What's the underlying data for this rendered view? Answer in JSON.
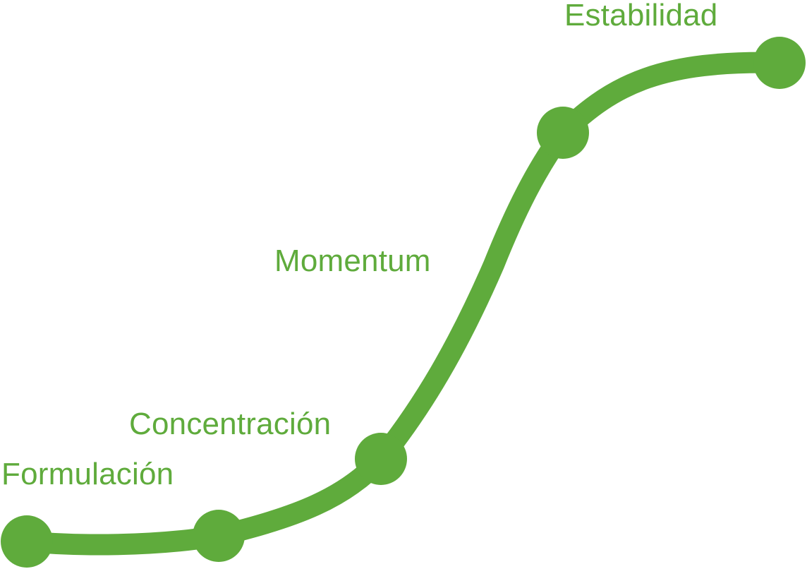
{
  "colors": {
    "accent": "#5fab3c",
    "background": "#ffffff"
  },
  "stages": [
    {
      "label": "Formulación"
    },
    {
      "label": "Concentración"
    },
    {
      "label": "Momentum"
    },
    {
      "label": "Estabilidad"
    }
  ]
}
